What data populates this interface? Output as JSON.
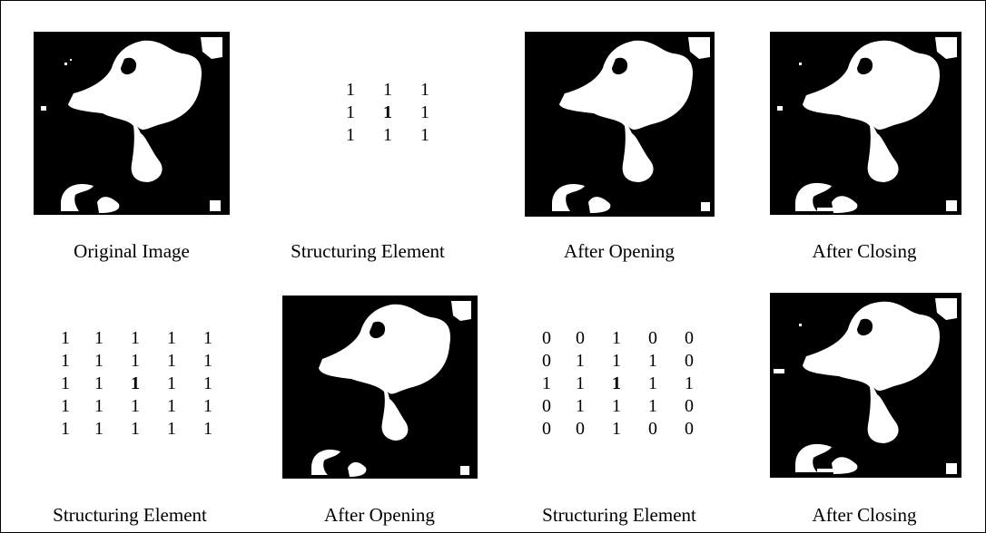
{
  "figure": {
    "row1": {
      "original_caption": "Original Image",
      "se3_caption": "Structuring Element",
      "open3_caption": "After Opening",
      "close3_caption": "After Closing"
    },
    "row2": {
      "se5_caption": "Structuring Element",
      "open5_caption": "After Opening",
      "diamond_caption": "Structuring Element",
      "close_diamond_caption": "After Closing"
    },
    "se3x3": [
      [
        "1",
        "1",
        "1"
      ],
      [
        "1",
        "1",
        "1"
      ],
      [
        "1",
        "1",
        "1"
      ]
    ],
    "se5x5": [
      [
        "1",
        "1",
        "1",
        "1",
        "1"
      ],
      [
        "1",
        "1",
        "1",
        "1",
        "1"
      ],
      [
        "1",
        "1",
        "1",
        "1",
        "1"
      ],
      [
        "1",
        "1",
        "1",
        "1",
        "1"
      ],
      [
        "1",
        "1",
        "1",
        "1",
        "1"
      ]
    ],
    "diamond5x5": [
      [
        "0",
        "0",
        "1",
        "0",
        "0"
      ],
      [
        "0",
        "1",
        "1",
        "1",
        "0"
      ],
      [
        "1",
        "1",
        "1",
        "1",
        "1"
      ],
      [
        "0",
        "1",
        "1",
        "1",
        "0"
      ],
      [
        "0",
        "0",
        "1",
        "0",
        "0"
      ]
    ],
    "colors": {
      "foreground": "#ffffff",
      "background": "#000000",
      "border": "#000000"
    }
  }
}
